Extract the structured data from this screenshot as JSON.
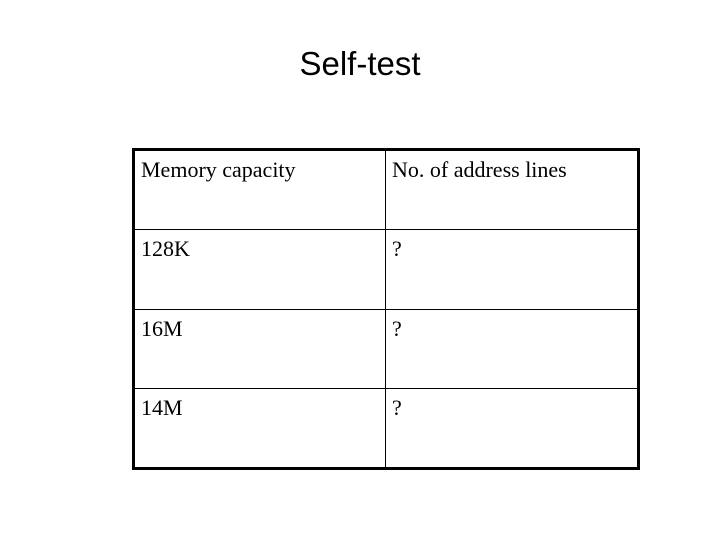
{
  "slide": {
    "title": "Self-test",
    "background_color": "#ffffff",
    "text_color": "#000000"
  },
  "table": {
    "border_color": "#000000",
    "columns": [
      {
        "key": "capacity",
        "header": "Memory capacity"
      },
      {
        "key": "lines",
        "header": "No. of address lines"
      }
    ],
    "rows": [
      {
        "capacity": "128K",
        "lines": "?"
      },
      {
        "capacity": "16M",
        "lines": "?"
      },
      {
        "capacity": "14M",
        "lines": "?"
      }
    ]
  }
}
